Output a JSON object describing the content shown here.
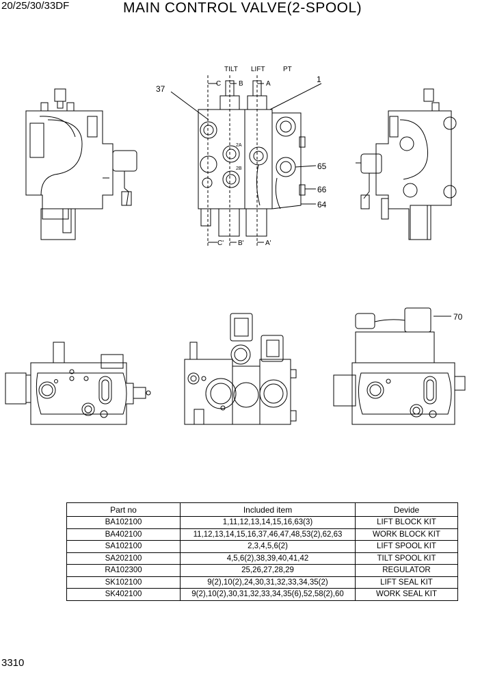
{
  "header": {
    "model": "20/25/30/33DF",
    "title": "MAIN CONTROL VALVE(2-SPOOL)"
  },
  "callouts": {
    "tilt": "TILT",
    "lift": "LIFT",
    "pt": "PT",
    "c": "C",
    "b": "B",
    "a": "A",
    "c_prime": "C'",
    "b_prime": "B'",
    "a_prime": "A'",
    "port_2a": "2A",
    "port_2b": "2B",
    "n37": "37",
    "n1": "1",
    "n65": "65",
    "n66": "66",
    "n64": "64",
    "n70": "70"
  },
  "table": {
    "headers": [
      "Part no",
      "Included item",
      "Devide"
    ],
    "rows": [
      [
        "BA102100",
        "1,11,12,13,14,15,16,63(3)",
        "LIFT BLOCK KIT"
      ],
      [
        "BA402100",
        "11,12,13,14,15,16,37,46,47,48,53(2),62,63",
        "WORK BLOCK KIT"
      ],
      [
        "SA102100",
        "2,3,4,5,6(2)",
        "LIFT SPOOL KIT"
      ],
      [
        "SA202100",
        "4,5,6(2),38,39,40,41,42",
        "TILT SPOOL KIT"
      ],
      [
        "RA102300",
        "25,26,27,28,29",
        "REGULATOR"
      ],
      [
        "SK102100",
        "9(2),10(2),24,30,31,32,33,34,35(2)",
        "LIFT SEAL KIT"
      ],
      [
        "SK402100",
        "9(2),10(2),30,31,32,33,34,35(6),52,58(2),60",
        "WORK SEAL KIT"
      ]
    ]
  },
  "footer": {
    "page": "3310"
  }
}
